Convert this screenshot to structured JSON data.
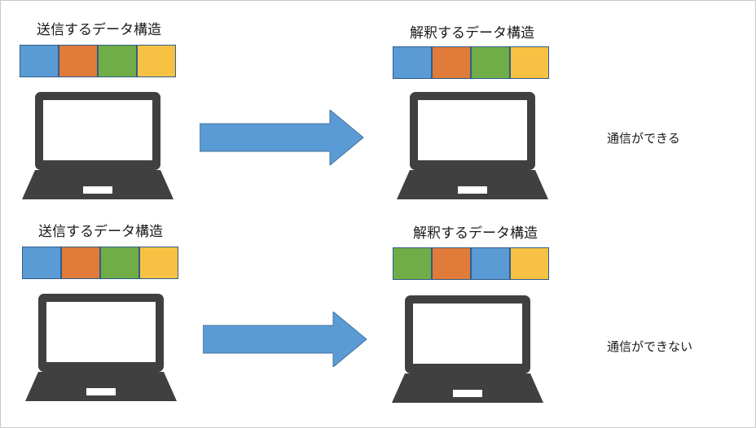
{
  "colors": {
    "blue": "#5b9bd5",
    "orange": "#e07b39",
    "green": "#70ad47",
    "yellow": "#f7c244",
    "laptop": "#404040",
    "arrow": "#5b9bd5"
  },
  "row1": {
    "sender_label": "送信するデータ構造",
    "receiver_label": "解釈するデータ構造",
    "sender_blocks": [
      "blue",
      "orange",
      "green",
      "yellow"
    ],
    "receiver_blocks": [
      "blue",
      "orange",
      "green",
      "yellow"
    ],
    "result": "通信ができる"
  },
  "row2": {
    "sender_label": "送信するデータ構造",
    "receiver_label": "解釈するデータ構造",
    "sender_blocks": [
      "blue",
      "orange",
      "green",
      "yellow"
    ],
    "receiver_blocks": [
      "green",
      "orange",
      "blue",
      "yellow"
    ],
    "result": "通信ができない"
  }
}
